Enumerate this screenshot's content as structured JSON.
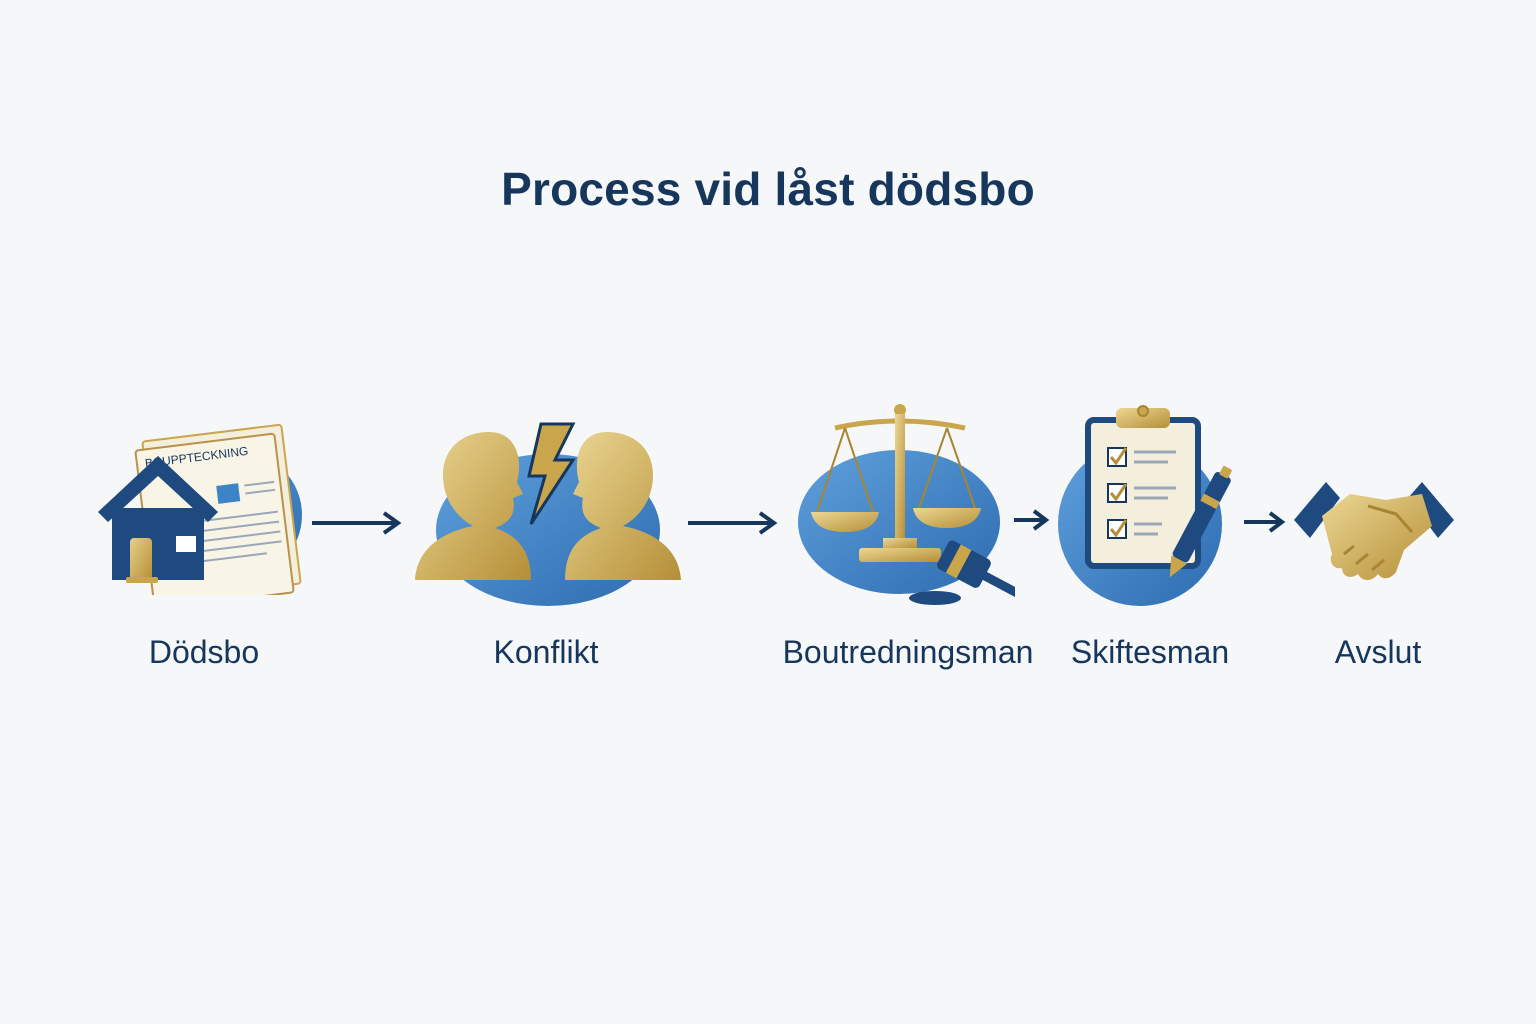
{
  "title": "Process vid låst dödsbo",
  "steps": [
    {
      "label": "Dödsbo",
      "icon": "house-document-icon",
      "document_text": "BOUPPTECKNING"
    },
    {
      "label": "Konflikt",
      "icon": "conflict-heads-lightning-icon"
    },
    {
      "label": "Boutredningsman",
      "icon": "scales-gavel-icon"
    },
    {
      "label": "Skiftesman",
      "icon": "clipboard-checklist-icon"
    },
    {
      "label": "Avslut",
      "icon": "handshake-icon"
    }
  ],
  "colors": {
    "navy": "#16365c",
    "blue": "#3d84c6",
    "gold": "#c9a54c",
    "paper": "#f4efdd",
    "background": "#f5f7f9"
  }
}
